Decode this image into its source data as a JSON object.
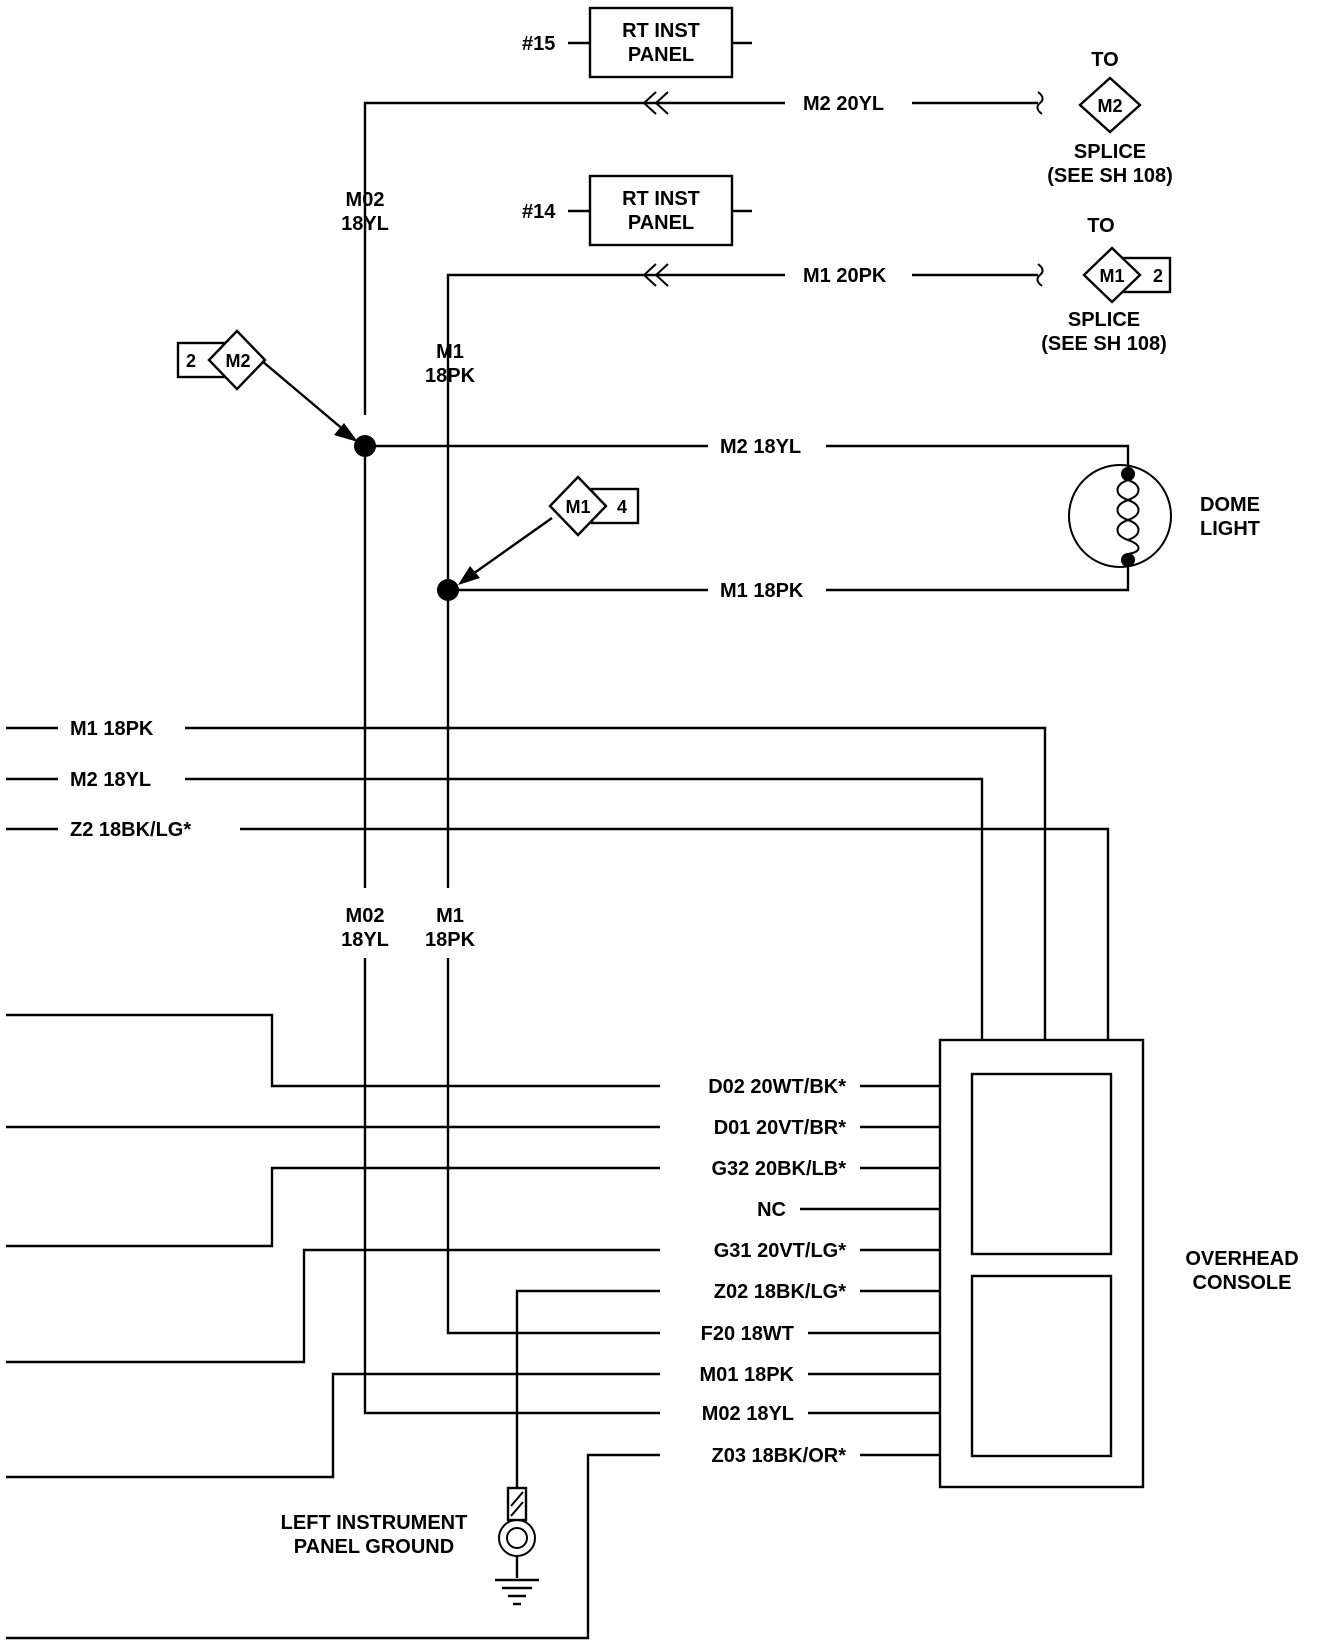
{
  "connectors": {
    "c15": {
      "pin": "#15",
      "line1": "RT INST",
      "line2": "PANEL"
    },
    "c14": {
      "pin": "#14",
      "line1": "RT INST",
      "line2": "PANEL"
    }
  },
  "splices": {
    "top": {
      "to": "TO",
      "id": "M2",
      "label1": "SPLICE",
      "label2": "(SEE SH 108)"
    },
    "second": {
      "to": "TO",
      "id": "M1",
      "pin": "2",
      "label1": "SPLICE",
      "label2": "(SEE SH 108)"
    },
    "left_tag": {
      "pin": "2",
      "id": "M2"
    },
    "mid_tag": {
      "id": "M1",
      "pin": "4"
    }
  },
  "wires": {
    "m2_20yl": "M2 20YL",
    "m1_20pk": "M1 20PK",
    "m02_upper_1": "M02",
    "m02_upper_2": "18YL",
    "m1_upper_1": "M1",
    "m1_upper_2": "18PK",
    "m2_18yl_dome": "M2 18YL",
    "m1_18pk_dome": "M1 18PK",
    "left_m1": "M1 18PK",
    "left_m2": "M2 18YL",
    "left_z2": "Z2 18BK/LG*",
    "m02_lower_1": "M02",
    "m02_lower_2": "18YL",
    "m1_lower_1": "M1",
    "m1_lower_2": "18PK"
  },
  "dome_light": {
    "line1": "DOME",
    "line2": "LIGHT"
  },
  "console": {
    "line1": "OVERHEAD",
    "line2": "CONSOLE",
    "pins": [
      "D02 20WT/BK*",
      "D01 20VT/BR*",
      "G32 20BK/LB*",
      "NC",
      "G31 20VT/LG*",
      "Z02 18BK/LG*",
      "F20 18WT",
      "M01 18PK",
      "M02 18YL",
      "Z03 18BK/OR*"
    ]
  },
  "ground": {
    "line1": "LEFT INSTRUMENT",
    "line2": "PANEL GROUND"
  }
}
